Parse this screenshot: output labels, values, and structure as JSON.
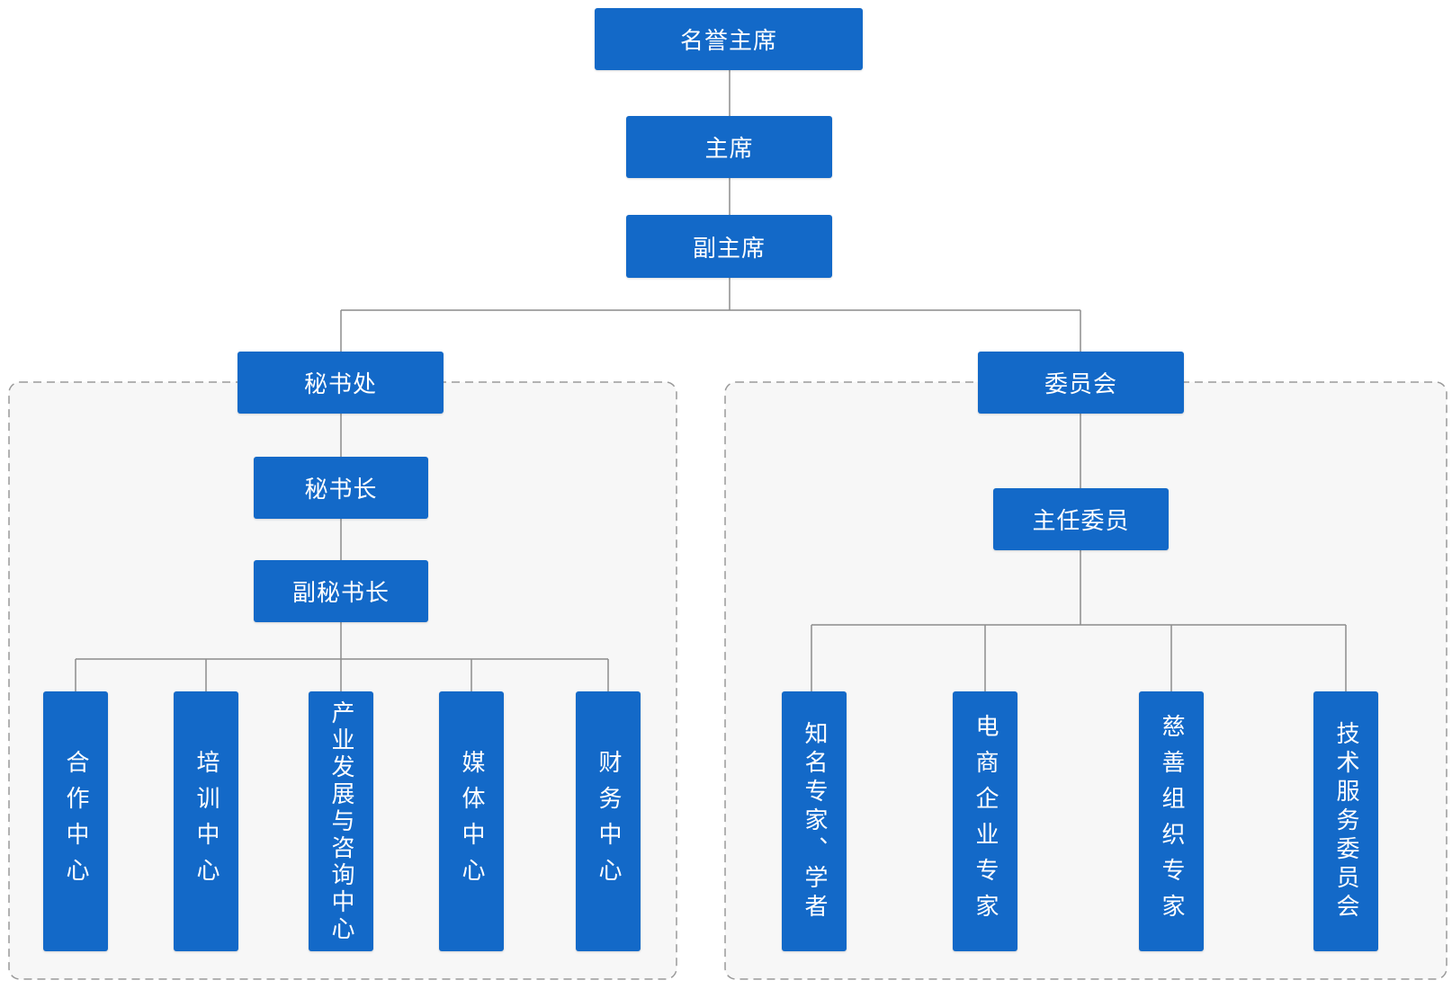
{
  "colors": {
    "node_fill": "#1369c8",
    "node_text": "#ffffff",
    "connector": "#8c8c8c",
    "group_fill": "#f7f7f7",
    "group_border": "#9a9a9a"
  },
  "nodes": {
    "honorary_chairman": "名誉主席",
    "chairman": "主席",
    "vice_chairman": "副主席",
    "secretariat": "秘书处",
    "committee": "委员会",
    "secretary_general": "秘书长",
    "deputy_secretary_general": "副秘书长",
    "director_member": "主任委员",
    "centers": [
      "合作中心",
      "培训中心",
      "产业发展与咨询中心",
      "媒体中心",
      "财务中心"
    ],
    "experts": [
      "知名专家、学者",
      "电商企业专家",
      "慈善组织专家",
      "技术服务委员会"
    ]
  }
}
